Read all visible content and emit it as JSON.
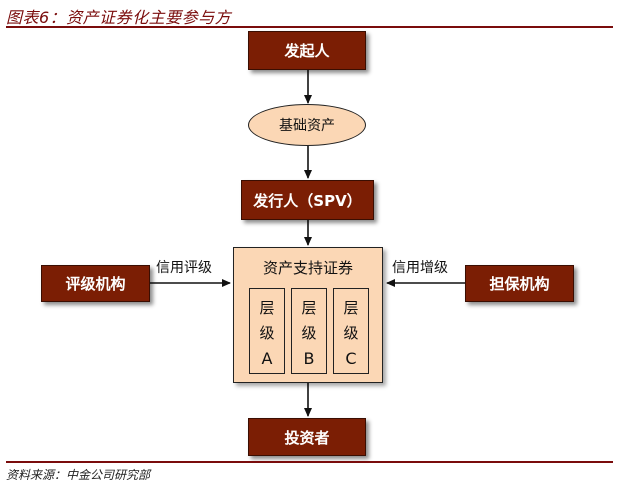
{
  "title": "图表6：资产证券化主要参与方",
  "source": "资料来源：中金公司研究部",
  "nodes": {
    "originator": "发起人",
    "underlying_assets": "基础资产",
    "issuer": "发行人（SPV）",
    "abs": "资产支持证券",
    "rating_agency": "评级机构",
    "guarantor": "担保机构",
    "investor": "投资者"
  },
  "tranches": [
    {
      "line1": "层",
      "line2": "级",
      "letter": "A"
    },
    {
      "line1": "层",
      "line2": "级",
      "letter": "B"
    },
    {
      "line1": "层",
      "line2": "级",
      "letter": "C"
    }
  ],
  "edge_labels": {
    "rating": "信用评级",
    "enhancement": "信用增级"
  }
}
